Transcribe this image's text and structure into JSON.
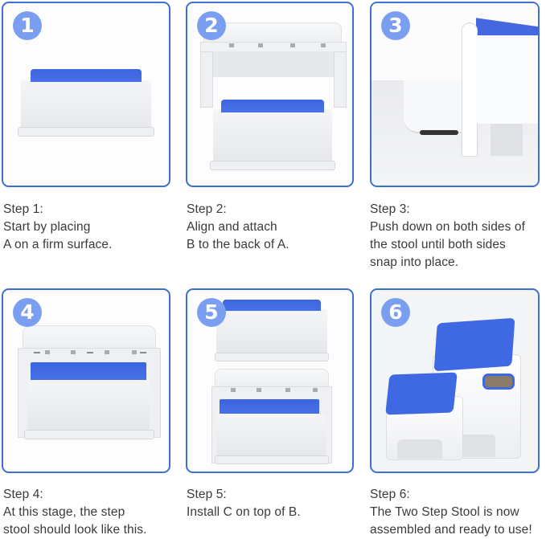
{
  "colors": {
    "panel_border": "#3f6fd1",
    "badge_fill": "#7b9ff0",
    "stool_pad_blue": "#3f69e3",
    "caption_text": "#3a3a3a"
  },
  "steps": [
    {
      "number": "1",
      "title": "Step 1:",
      "lines": [
        "Start by placing",
        "A on a firm surface."
      ],
      "image": "single-stool-A"
    },
    {
      "number": "2",
      "title": "Step 2:",
      "lines": [
        "Align and attach",
        "B to the back of A."
      ],
      "image": "frame-B-above-stool-A"
    },
    {
      "number": "3",
      "title": "Step 3:",
      "lines": [
        "Push down on both sides of",
        "the stool until both sides",
        "snap into place."
      ],
      "image": "closeup-snap-joint"
    },
    {
      "number": "4",
      "title": "Step 4:",
      "lines": [
        "At this stage, the step",
        "stool should look like this."
      ],
      "image": "A-inside-B"
    },
    {
      "number": "5",
      "title": "Step 5:",
      "lines": [
        "Install C on top of B."
      ],
      "image": "C-above-AB"
    },
    {
      "number": "6",
      "title": "Step 6:",
      "lines": [
        "The Two Step Stool is now",
        "assembled and ready to use!"
      ],
      "image": "assembled-two-step-stool"
    }
  ]
}
